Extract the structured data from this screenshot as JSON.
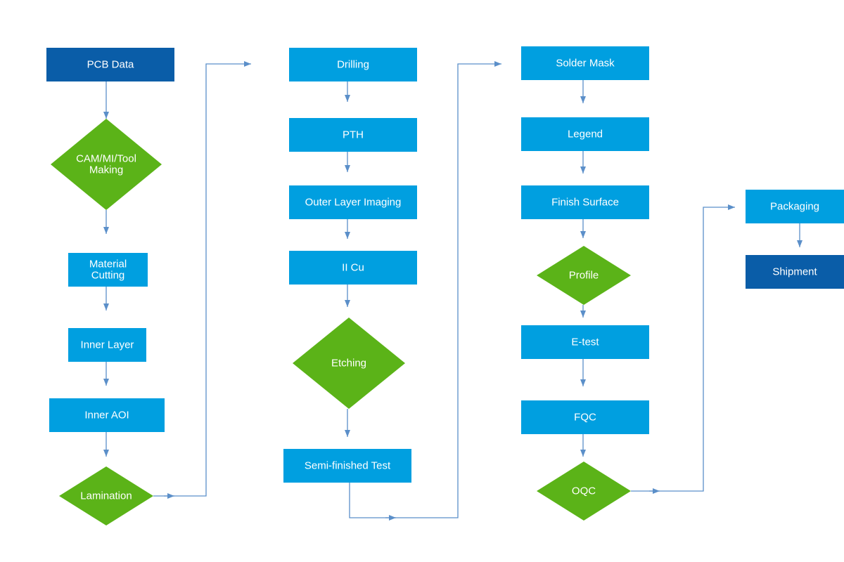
{
  "colors": {
    "process": "#009fe0",
    "terminal": "#0a5da8",
    "decision": "#5bb318",
    "connector": "#5b8fc9",
    "label": "#ffffff",
    "background": "#ffffff"
  },
  "nodes": {
    "pcb_data": {
      "shape": "terminal",
      "lines": [
        "PCB Data"
      ]
    },
    "cam_tool": {
      "shape": "decision",
      "lines": [
        "CAM/MI/Tool",
        "Making"
      ]
    },
    "material_cutting": {
      "shape": "process",
      "lines": [
        "Material",
        "Cutting"
      ]
    },
    "inner_layer": {
      "shape": "process",
      "lines": [
        "Inner Layer"
      ]
    },
    "inner_aoi": {
      "shape": "process",
      "lines": [
        "Inner AOI"
      ]
    },
    "lamination": {
      "shape": "decision",
      "lines": [
        "Lamination"
      ]
    },
    "drilling": {
      "shape": "process",
      "lines": [
        "Drilling"
      ]
    },
    "pth": {
      "shape": "process",
      "lines": [
        "PTH"
      ]
    },
    "outer_imaging": {
      "shape": "process",
      "lines": [
        "Outer Layer Imaging"
      ]
    },
    "ii_cu": {
      "shape": "process",
      "lines": [
        "II Cu"
      ]
    },
    "etching": {
      "shape": "decision",
      "lines": [
        "Etching"
      ]
    },
    "semi_test": {
      "shape": "process",
      "lines": [
        "Semi-finished Test"
      ]
    },
    "solder_mask": {
      "shape": "process",
      "lines": [
        "Solder Mask"
      ]
    },
    "legend": {
      "shape": "process",
      "lines": [
        "Legend"
      ]
    },
    "finish_surface": {
      "shape": "process",
      "lines": [
        "Finish Surface"
      ]
    },
    "profile": {
      "shape": "decision",
      "lines": [
        "Profile"
      ]
    },
    "e_test": {
      "shape": "process",
      "lines": [
        "E-test"
      ]
    },
    "fqc": {
      "shape": "process",
      "lines": [
        "FQC"
      ]
    },
    "oqc": {
      "shape": "decision",
      "lines": [
        "OQC"
      ]
    },
    "packaging": {
      "shape": "process",
      "lines": [
        "Packaging"
      ]
    },
    "shipment": {
      "shape": "terminal",
      "lines": [
        "Shipment"
      ]
    }
  },
  "edges": [
    [
      "pcb_data",
      "cam_tool"
    ],
    [
      "cam_tool",
      "material_cutting"
    ],
    [
      "material_cutting",
      "inner_layer"
    ],
    [
      "inner_layer",
      "inner_aoi"
    ],
    [
      "inner_aoi",
      "lamination"
    ],
    [
      "lamination",
      "drilling"
    ],
    [
      "drilling",
      "pth"
    ],
    [
      "pth",
      "outer_imaging"
    ],
    [
      "outer_imaging",
      "ii_cu"
    ],
    [
      "ii_cu",
      "etching"
    ],
    [
      "etching",
      "semi_test"
    ],
    [
      "semi_test",
      "solder_mask"
    ],
    [
      "solder_mask",
      "legend"
    ],
    [
      "legend",
      "finish_surface"
    ],
    [
      "finish_surface",
      "profile"
    ],
    [
      "profile",
      "e_test"
    ],
    [
      "e_test",
      "fqc"
    ],
    [
      "fqc",
      "oqc"
    ],
    [
      "oqc",
      "packaging"
    ],
    [
      "packaging",
      "shipment"
    ]
  ]
}
